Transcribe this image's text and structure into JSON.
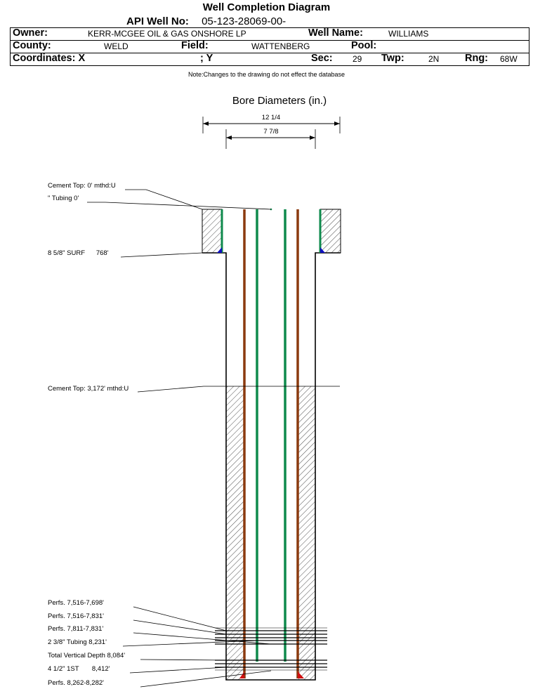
{
  "header": {
    "title": "Well Completion Diagram",
    "api_label": "API Well No:",
    "api_value": "05-123-28069-00-",
    "owner_label": "Owner:",
    "owner_value": "KERR-MCGEE OIL & GAS ONSHORE LP",
    "well_name_label": "Well Name:",
    "well_name_value": "WILLIAMS",
    "county_label": "County:",
    "county_value": "WELD",
    "field_label": "Field:",
    "field_value": "WATTENBERG",
    "pool_label": "Pool:",
    "pool_value": "",
    "coords_x_label": "Coordinates: X",
    "coords_y_label": "; Y",
    "sec_label": "Sec:",
    "sec_value": "29",
    "twp_label": "Twp:",
    "twp_value": "2N",
    "rng_label": "Rng:",
    "rng_value": "68W"
  },
  "note": "Note:Changes to the drawing do not effect the database",
  "diagram": {
    "bore_title": "Bore Diameters (in.)",
    "bore_outer": "12 1/4",
    "bore_inner": "7 7/8",
    "labels": {
      "cement_top_0": "Cement Top: 0' mthd:U",
      "tubing_0": "\" Tubing 0'",
      "surf_casing": "8 5/8\" SURF      768'",
      "cement_top_3172": "Cement Top: 3,172' mthd:U",
      "perfs_1": "Perfs. 7,516-7,698'",
      "perfs_2": "Perfs. 7,516-7,831'",
      "perfs_3": "Perfs. 7,811-7,831'",
      "tubing_8231": "2 3/8\" Tubing 8,231'",
      "tvd": "Total Vertical Depth 8,084'",
      "casing_1st": "4 1/2\" 1ST       8,412'",
      "perfs_4": "Perfs. 8,262-8,282'"
    }
  },
  "colors": {
    "casing": "#8B3A0F",
    "tubing": "#0E8A4C",
    "shoe_blue": "#1010C0",
    "shoe_red": "#D01010"
  }
}
